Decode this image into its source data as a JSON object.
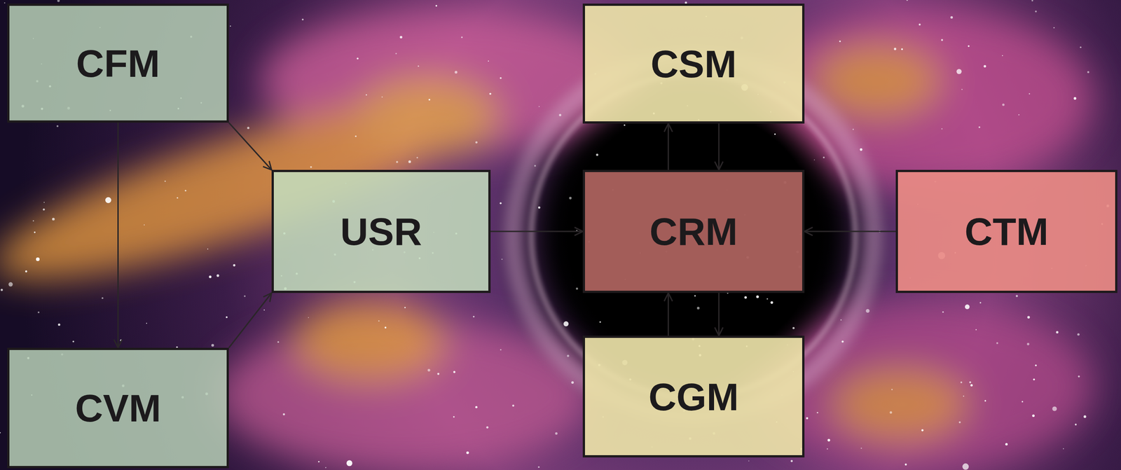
{
  "diagram": {
    "nodes": [
      {
        "text": [
          "CFM"
        ]
      },
      {
        "text": [
          "CSM"
        ]
      },
      {
        "text": [
          "USR"
        ]
      },
      {
        "text": [
          "CRM"
        ]
      },
      {
        "text": [
          "CTM"
        ]
      },
      {
        "text": [
          "CVM"
        ]
      },
      {
        "text": [
          "CGM"
        ]
      }
    ],
    "edges": [
      {
        "from": 0,
        "to": 2,
        "arrow": "to"
      },
      {
        "from": 0,
        "to": 5,
        "arrow": "to"
      },
      {
        "from": 5,
        "to": 2,
        "arrow": "to"
      },
      {
        "from": 2,
        "to": 3,
        "arrow": "to"
      },
      {
        "from": 4,
        "to": 3,
        "arrow": "to"
      },
      {
        "from": 3,
        "to": 1,
        "arrow": "to"
      },
      {
        "from": 1,
        "to": 3,
        "arrow": "to"
      },
      {
        "from": 6,
        "to": 3,
        "arrow": "to"
      },
      {
        "from": 3,
        "to": 6,
        "arrow": "to"
      }
    ]
  }
}
